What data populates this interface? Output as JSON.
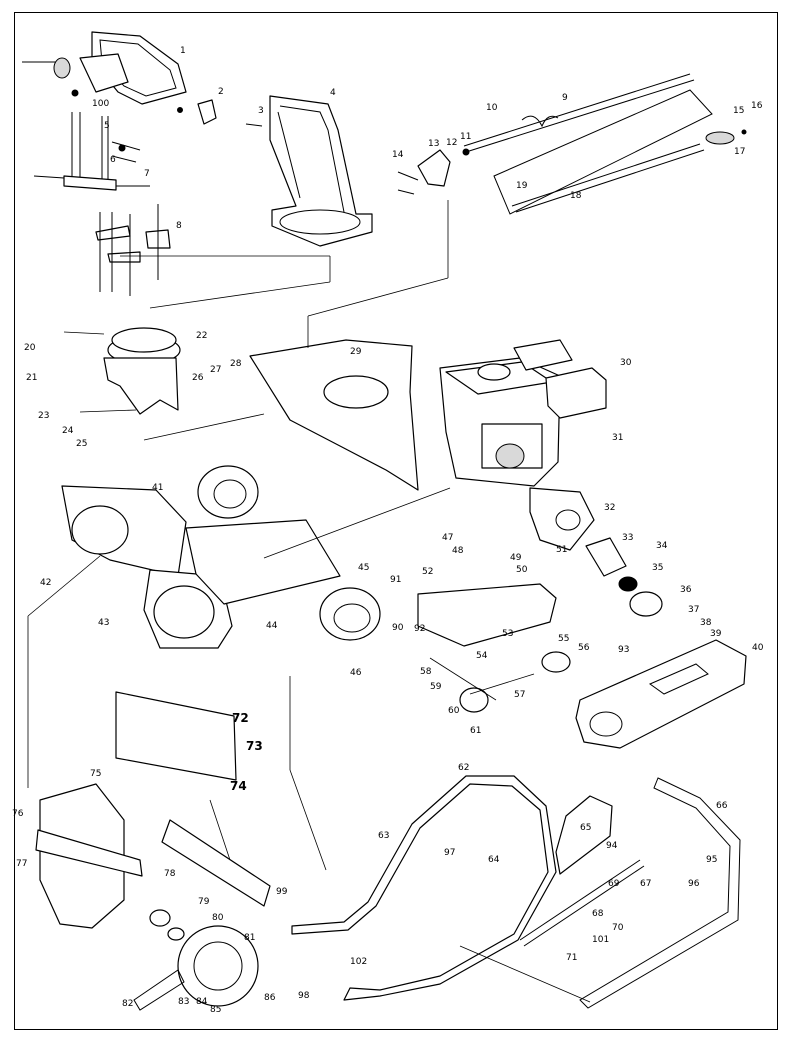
{
  "diagram": {
    "labels": [
      "1",
      "2",
      "3",
      "4",
      "5",
      "6",
      "7",
      "8",
      "9",
      "10",
      "11",
      "12",
      "13",
      "14",
      "15",
      "16",
      "17",
      "18",
      "19",
      "20",
      "21",
      "22",
      "23",
      "24",
      "25",
      "26",
      "27",
      "28",
      "29",
      "30",
      "31",
      "32",
      "33",
      "34",
      "35",
      "36",
      "37",
      "38",
      "39",
      "40",
      "41",
      "42",
      "43",
      "44",
      "45",
      "46",
      "47",
      "48",
      "49",
      "50",
      "51",
      "52",
      "53",
      "54",
      "55",
      "56",
      "57",
      "58",
      "59",
      "60",
      "61",
      "62",
      "63",
      "64",
      "65",
      "66",
      "67",
      "68",
      "69",
      "70",
      "71",
      "72",
      "73",
      "74",
      "75",
      "76",
      "77",
      "78",
      "79",
      "80",
      "81",
      "82",
      "83",
      "84",
      "85",
      "86",
      "90",
      "91",
      "92",
      "93",
      "94",
      "95",
      "96",
      "97",
      "98",
      "99",
      "100",
      "101",
      "102"
    ],
    "colors": {
      "line": "#000000",
      "background": "#ffffff",
      "shade": "#d9d9d9"
    }
  }
}
